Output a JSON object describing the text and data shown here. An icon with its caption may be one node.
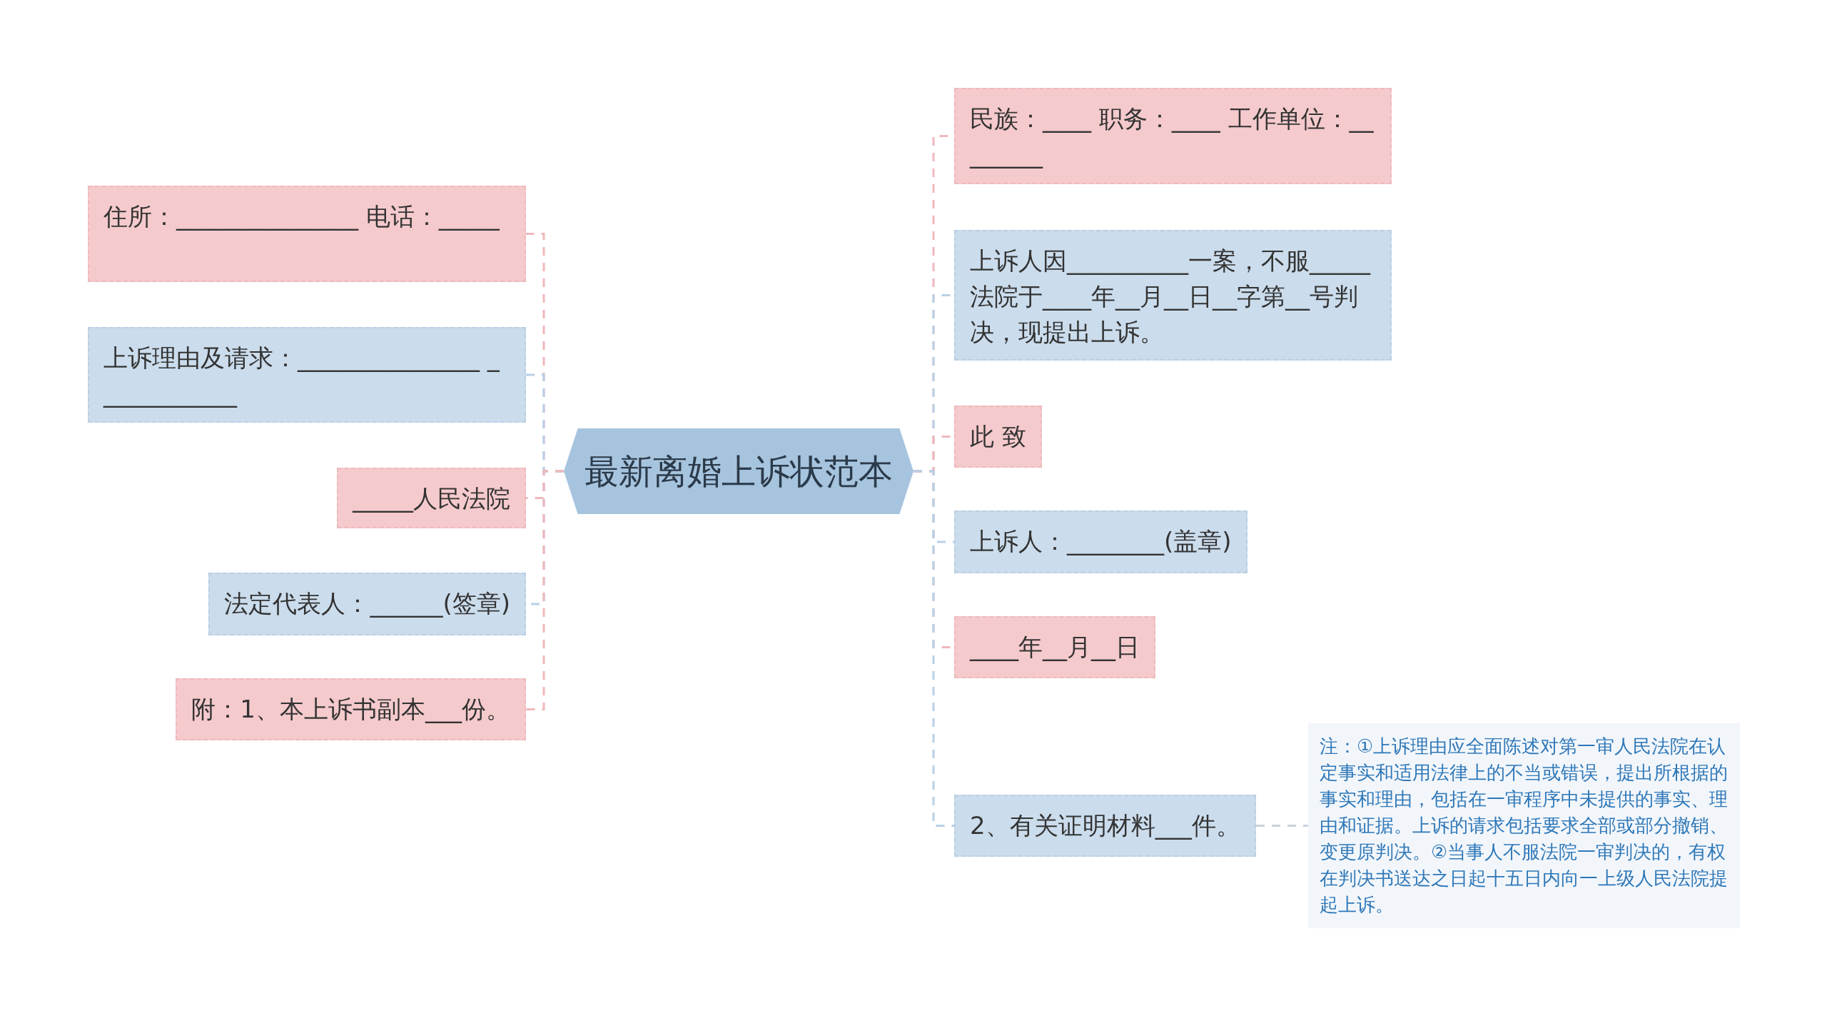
{
  "diagram": {
    "nodes": [
      {
        "text": [
          "最新离婚上诉状范本"
        ]
      },
      {
        "text": [
          "住所：_______________ 电话：_____"
        ]
      },
      {
        "text": [
          "上诉理由及请求：_______________ ____________"
        ]
      },
      {
        "text": [
          "_____人民法院"
        ]
      },
      {
        "text": [
          "法定代表人：______(签章)"
        ]
      },
      {
        "text": [
          "附：1、本上诉书副本___份。"
        ]
      },
      {
        "text": [
          "民族：____ 职务：____ 工作单位：________"
        ]
      },
      {
        "text": [
          "上诉人因__________一案，不服_____法院于____年__月__日__字第__号判决，现提出上诉。"
        ]
      },
      {
        "text": [
          "此 致"
        ]
      },
      {
        "text": [
          "上诉人：________(盖章)"
        ]
      },
      {
        "text": [
          "____年__月__日"
        ]
      },
      {
        "text": [
          "2、有关证明材料___件。"
        ]
      },
      {
        "text": [
          "注：①上诉理由应全面陈述对第一审人民法院在认定事实和适用法律上的不当或错误，提出所根据的事实和理由，包括在一审程序中未提供的事实、理由和证据。上诉的请求包括要求全部或部分撤销、变更原判决。②当事人不服法院一审判决的，有权在判决书送达之日起十五日内向一上级人民法院提起上诉。"
        ]
      }
    ],
    "edges": [
      {
        "from": 0,
        "to": 1,
        "arrow": "none",
        "style": "dashed",
        "color": "#f0b8bb"
      },
      {
        "from": 0,
        "to": 2,
        "arrow": "none",
        "style": "dashed",
        "color": "#b8d0e6"
      },
      {
        "from": 0,
        "to": 3,
        "arrow": "none",
        "style": "dashed",
        "color": "#f0b8bb"
      },
      {
        "from": 0,
        "to": 4,
        "arrow": "none",
        "style": "dashed",
        "color": "#b8d0e6"
      },
      {
        "from": 0,
        "to": 5,
        "arrow": "none",
        "style": "dashed",
        "color": "#f0b8bb"
      },
      {
        "from": 0,
        "to": 6,
        "arrow": "none",
        "style": "dashed",
        "color": "#f0b8bb"
      },
      {
        "from": 0,
        "to": 7,
        "arrow": "none",
        "style": "dashed",
        "color": "#b8d0e6"
      },
      {
        "from": 0,
        "to": 8,
        "arrow": "none",
        "style": "dashed",
        "color": "#f0b8bb"
      },
      {
        "from": 0,
        "to": 9,
        "arrow": "none",
        "style": "dashed",
        "color": "#b8d0e6"
      },
      {
        "from": 0,
        "to": 10,
        "arrow": "none",
        "style": "dashed",
        "color": "#f0b8bb"
      },
      {
        "from": 0,
        "to": 11,
        "arrow": "none",
        "style": "dashed",
        "color": "#b8d0e6"
      },
      {
        "from": 11,
        "to": 12,
        "arrow": "none",
        "style": "dashed",
        "color": "#c8d2dc"
      }
    ]
  }
}
